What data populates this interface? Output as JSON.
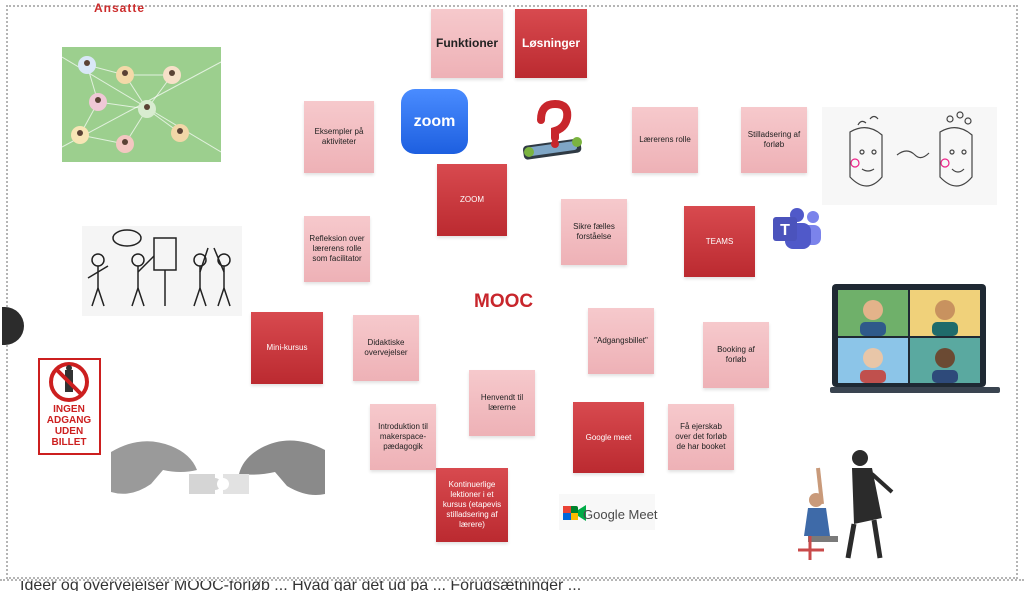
{
  "header_red_text": "Ansatte",
  "notes": {
    "funktioner": "Funktioner",
    "loesninger": "Løsninger",
    "eksempler": "Eksempler på aktiviteter",
    "laererens_rolle": "Lærerens rolle",
    "stilladsering": "Stilladsering af forløb",
    "zoom": "ZOOM",
    "refleksion": "Refleksion over lærerens rolle som facilitator",
    "sikre": "Sikre fælles forståelse",
    "teams": "TEAMS",
    "mini_kursus": "Mini-kursus",
    "didaktiske": "Didaktiske overvejelser",
    "adgangsbillet": "\"Adgangsbillet\"",
    "booking": "Booking af forløb",
    "henvendt": "Henvendt til lærerne",
    "introduktion": "Introduktion til makerspace-pædagogik",
    "google_meet": "Google meet",
    "ejerskab": "Få ejerskab over det forløb de har booket",
    "kontinuerlige": "Kontinuerlige lektioner i et kursus (etapevis stilladsering af lærere)"
  },
  "center_title": "MOOC",
  "zoom_logo_text": "zoom",
  "google_meet_label": "Google Meet",
  "sign": {
    "line1": "INGEN",
    "line2": "ADGANG",
    "line3": "UDEN",
    "line4": "BILLET"
  },
  "bottom_caption": "Ideer og overvejelser MOOC-forløb ... Hvad går det ud på ... Forudsætninger ...",
  "colors": {
    "note_pink": "#f2bcc0",
    "note_red": "#c7353a",
    "accent": "#c8262c"
  },
  "icons": [
    "zoom-logo-icon",
    "question-mark-icon",
    "teams-logo-icon",
    "google-meet-icon",
    "no-entry-sign-icon"
  ]
}
